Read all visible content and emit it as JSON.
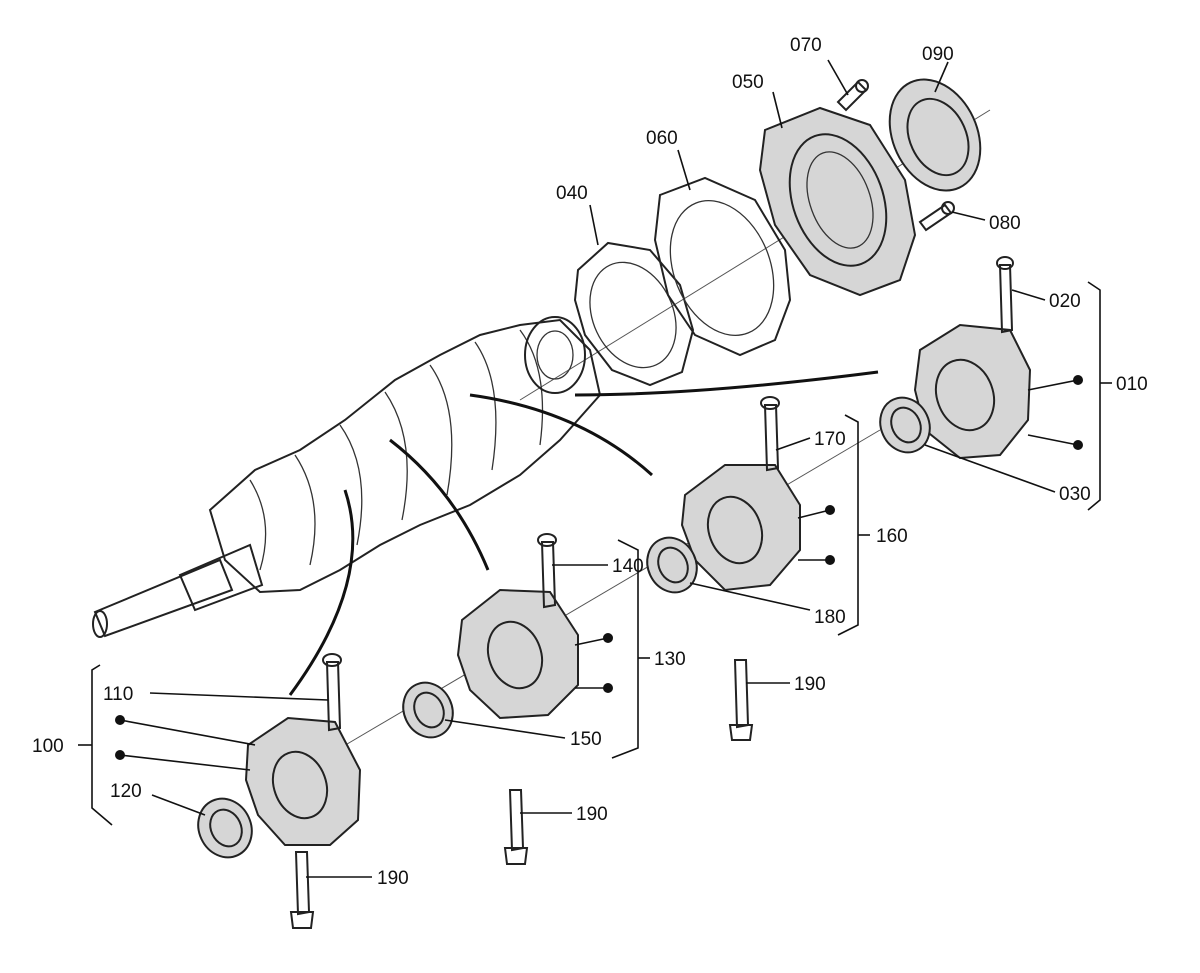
{
  "diagram": {
    "callouts": [
      {
        "id": "c010",
        "text": "010"
      },
      {
        "id": "c020",
        "text": "020"
      },
      {
        "id": "c030",
        "text": "030"
      },
      {
        "id": "c040",
        "text": "040"
      },
      {
        "id": "c050",
        "text": "050"
      },
      {
        "id": "c060",
        "text": "060"
      },
      {
        "id": "c070",
        "text": "070"
      },
      {
        "id": "c080",
        "text": "080"
      },
      {
        "id": "c090",
        "text": "090"
      },
      {
        "id": "c100",
        "text": "100"
      },
      {
        "id": "c110",
        "text": "110"
      },
      {
        "id": "c120",
        "text": "120"
      },
      {
        "id": "c130",
        "text": "130"
      },
      {
        "id": "c140",
        "text": "140"
      },
      {
        "id": "c150",
        "text": "150"
      },
      {
        "id": "c160",
        "text": "160"
      },
      {
        "id": "c170",
        "text": "170"
      },
      {
        "id": "c180",
        "text": "180"
      },
      {
        "id": "c190a",
        "text": "190"
      },
      {
        "id": "c190b",
        "text": "190"
      },
      {
        "id": "c190c",
        "text": "190"
      }
    ]
  }
}
